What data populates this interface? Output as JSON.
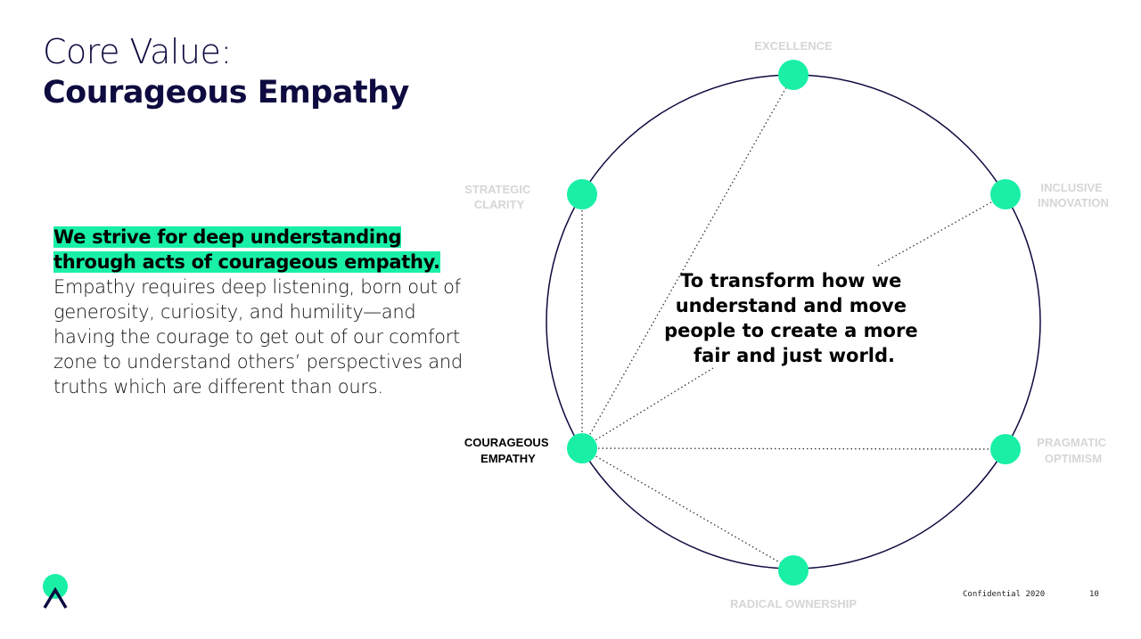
{
  "header": {
    "title_line1": "Core Value:",
    "title_line2": "Courageous Empathy"
  },
  "body": {
    "highlight_line1": "We strive for deep understanding",
    "highlight_line2": "through acts of courageous empathy.",
    "paragraph": "Empathy requires deep listening, born out of generosity, curiosity, and humility—and having the courage to get out of our comfort zone to understand others’ perspectives and truths which are different than ours."
  },
  "diagram": {
    "center_text": [
      "To transform how we",
      "understand and move",
      "people to create a more",
      "fair and just world."
    ],
    "nodes": {
      "excellence": [
        "EXCELLENCE"
      ],
      "inclusive_innovation": [
        "INCLUSIVE",
        "INNOVATION"
      ],
      "pragmatic_optimism": [
        "PRAGMATIC",
        "OPTIMISM"
      ],
      "radical_ownership": [
        "RADICAL OWNERSHIP"
      ],
      "courageous_empathy": [
        "COURAGEOUS",
        "EMPATHY"
      ],
      "strategic_clarity": [
        "STRATEGIC",
        "CLARITY"
      ]
    },
    "active_node": "courageous_empathy",
    "colors": {
      "node": "#19f0a6",
      "circle": "#0d0b3f",
      "inactive_label": "#d6d6d6",
      "active_label": "#000000"
    }
  },
  "footer": {
    "confidential": "Confidential 2020",
    "page_number": "10"
  },
  "icons": {
    "logo": "logo-icon"
  }
}
